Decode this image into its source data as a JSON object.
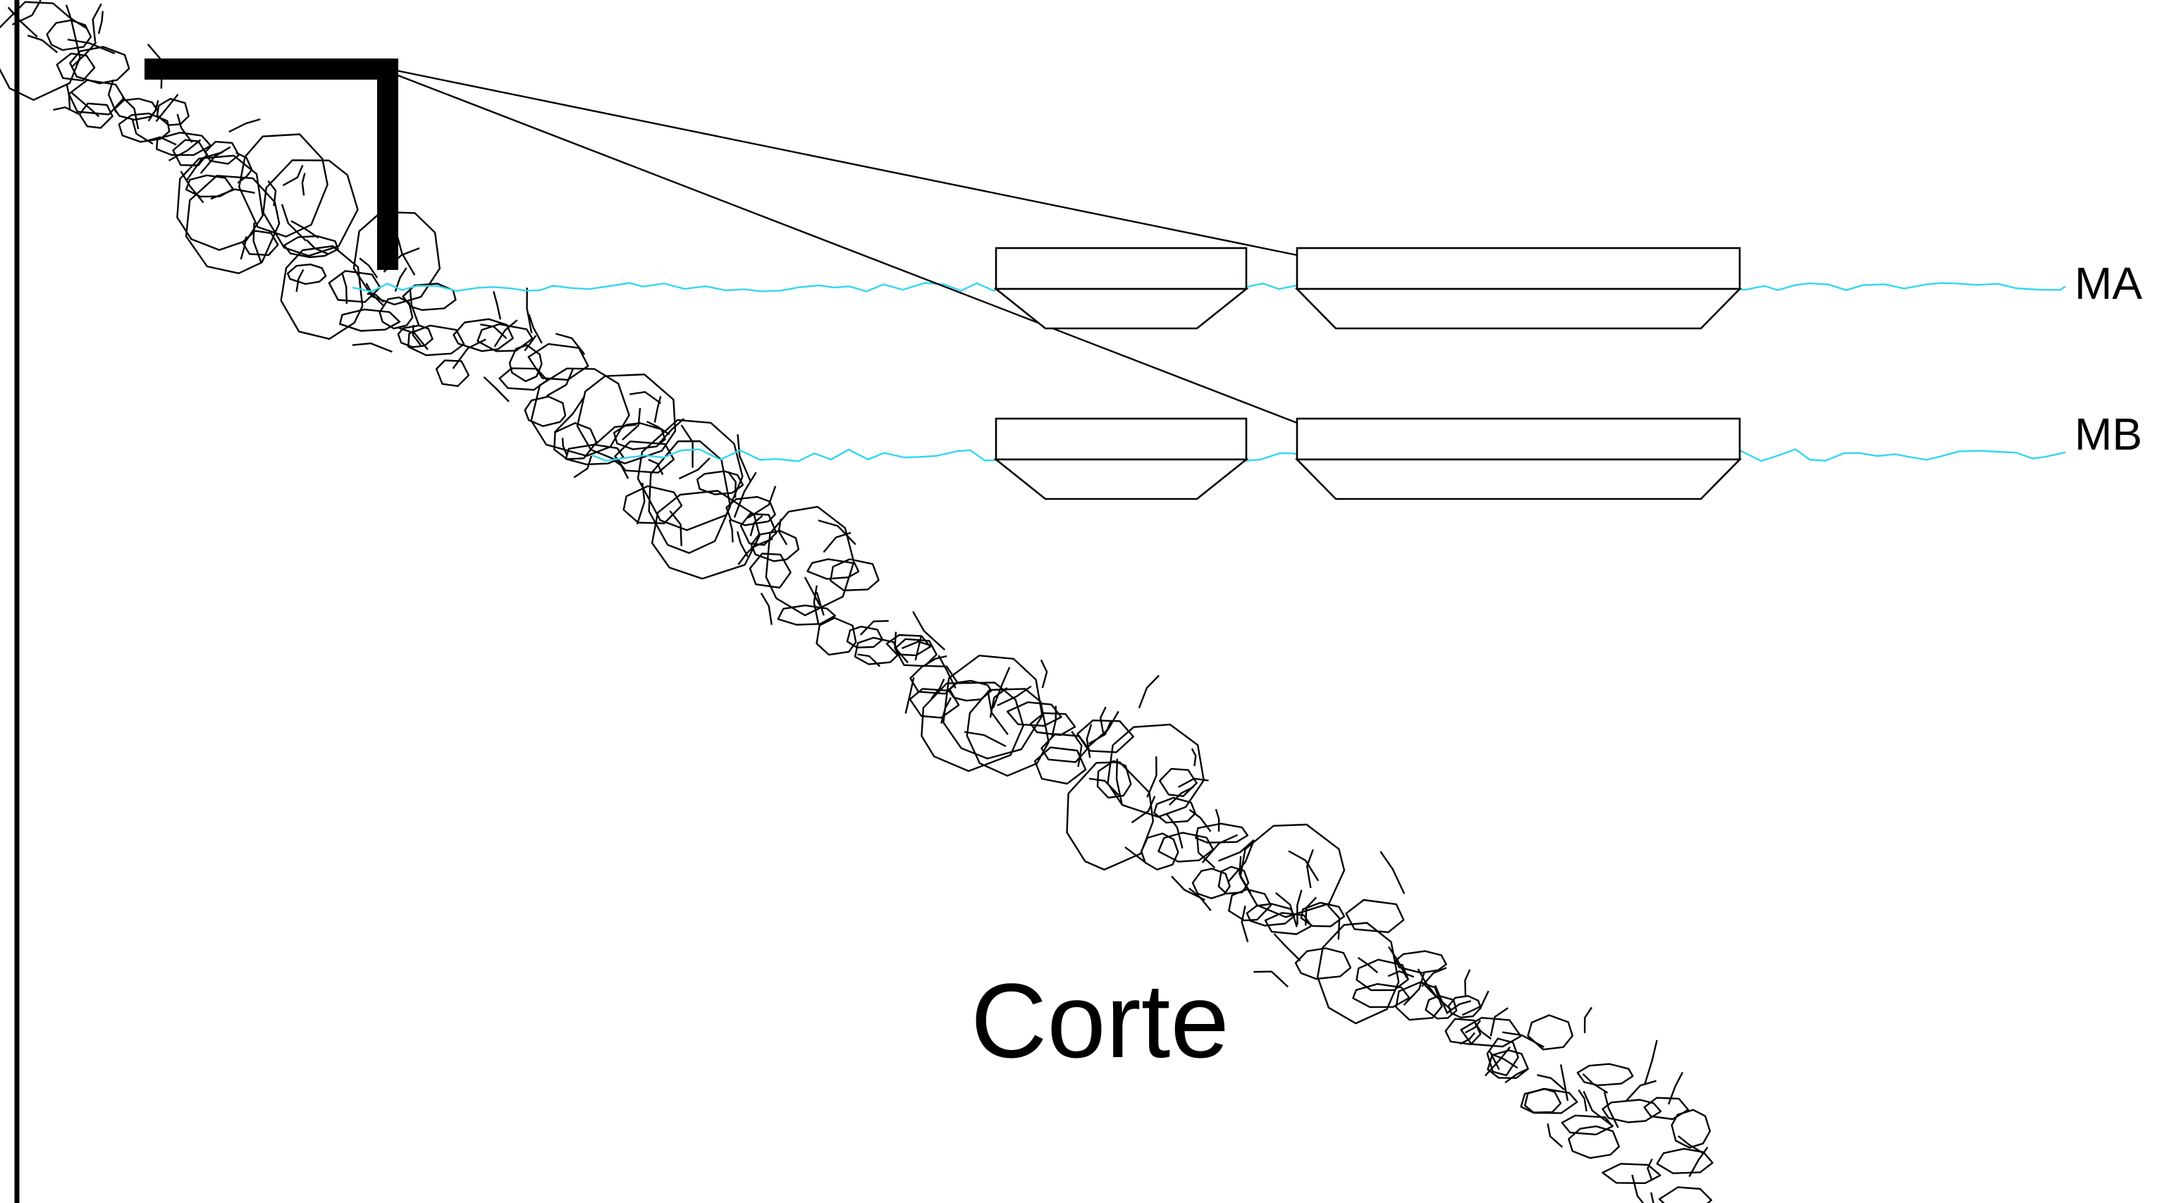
{
  "diagram": {
    "title": "Corte",
    "levels": [
      {
        "label": "MA"
      },
      {
        "label": "MB"
      }
    ],
    "colors": {
      "ink": "#000000",
      "water": "#33d6f0",
      "background": "#ffffff"
    }
  }
}
